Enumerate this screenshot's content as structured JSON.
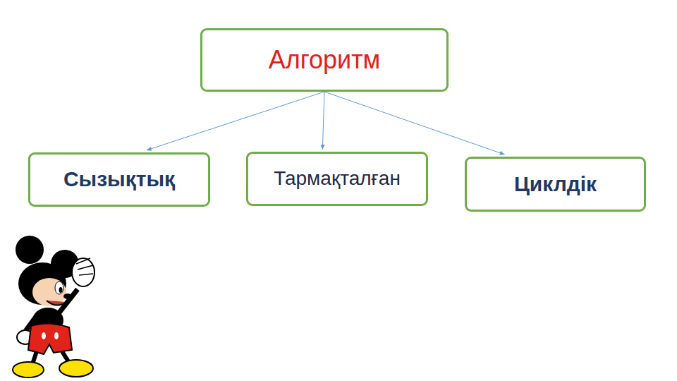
{
  "diagram": {
    "nodes": [
      {
        "text": [
          "Алгоритм"
        ]
      },
      {
        "text": [
          "Сызықтық"
        ]
      },
      {
        "text": [
          "Тармақталған"
        ]
      },
      {
        "text": [
          "Циклдік"
        ]
      }
    ],
    "edges": [
      {
        "from": 0,
        "to": 1,
        "arrow": "to"
      },
      {
        "from": 0,
        "to": 2,
        "arrow": "to"
      },
      {
        "from": 0,
        "to": 3,
        "arrow": "to"
      }
    ]
  }
}
